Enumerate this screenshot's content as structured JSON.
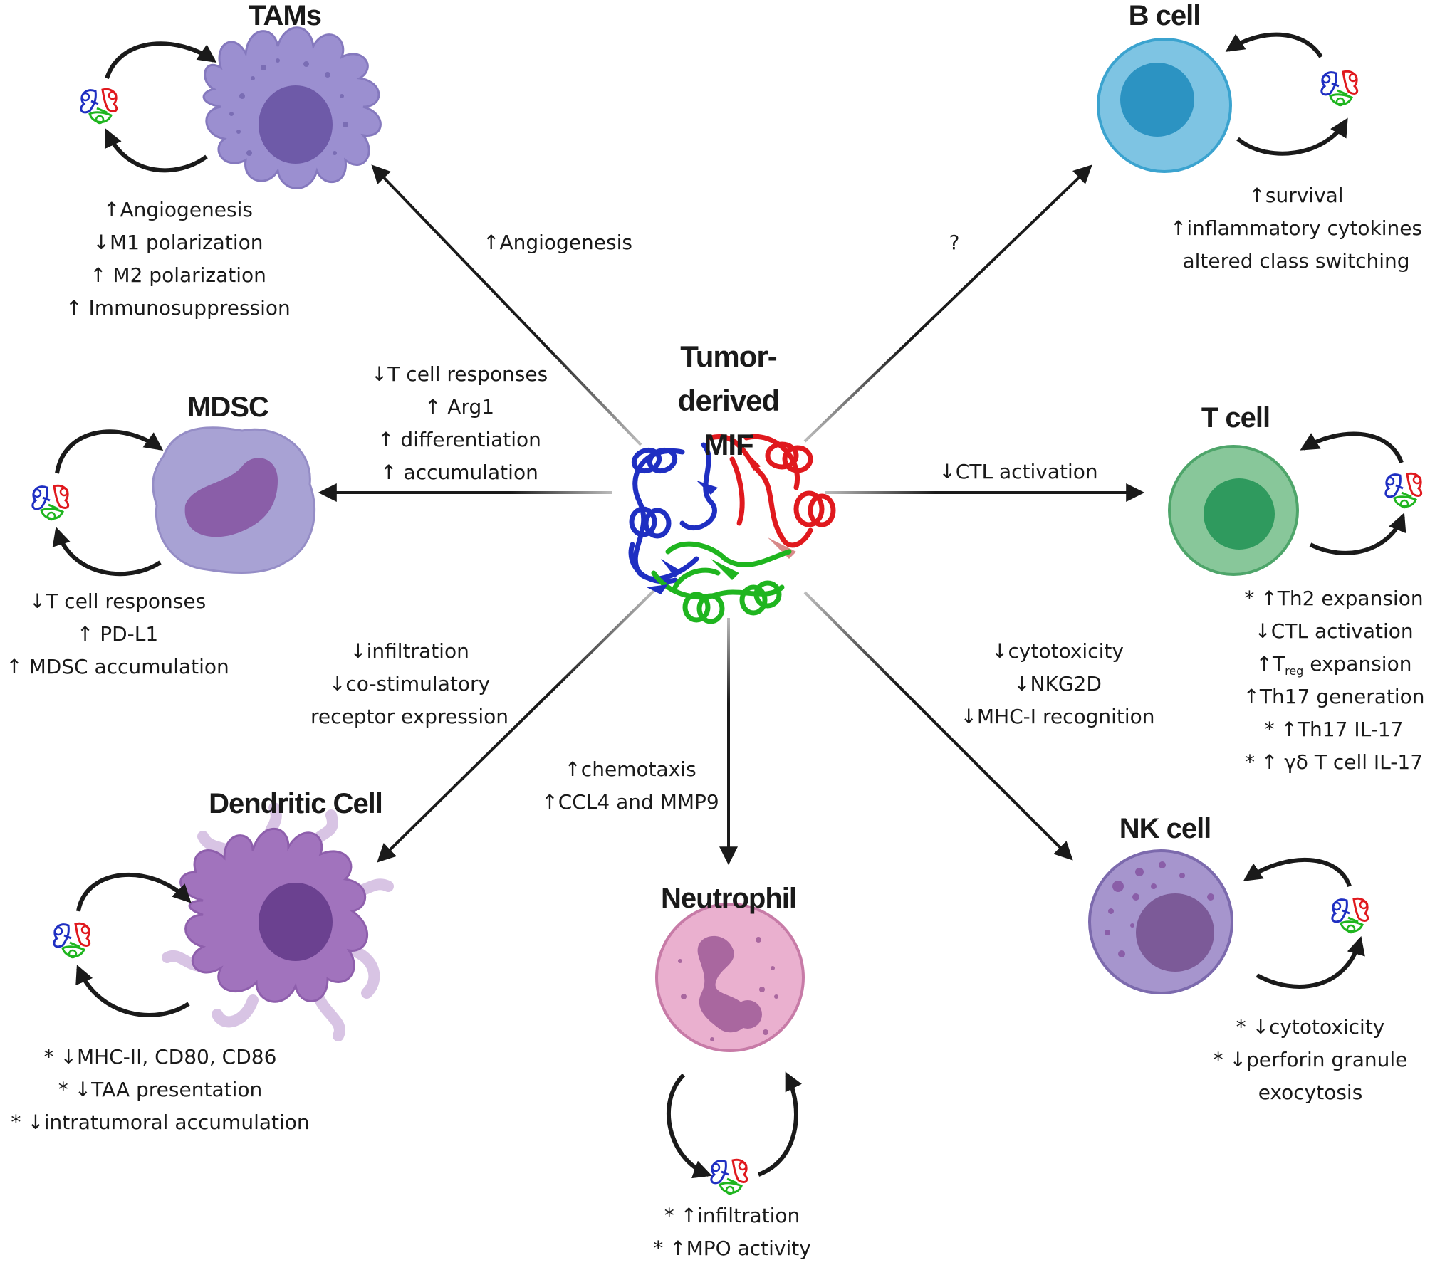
{
  "center": {
    "title_lines": [
      "Tumor-derived",
      "MIF"
    ]
  },
  "cells": {
    "tams": {
      "name": "TAMs",
      "effects": [
        "↑Angiogenesis",
        "↓M1 polarization",
        "↑ M2 polarization",
        "↑ Immunosuppression"
      ]
    },
    "b_cell": {
      "name": "B cell",
      "effects": [
        "↑survival",
        "↑inflammatory cytokines",
        "altered class switching"
      ]
    },
    "mdsc": {
      "name": "MDSC",
      "effects": [
        "↓T cell responses",
        "↑ PD-L1",
        "↑ MDSC accumulation"
      ]
    },
    "t_cell": {
      "name": "T cell",
      "effects": [
        "* ↑Th2 expansion",
        "↓CTL activation",
        "reg",
        "↑Th17 generation",
        "* ↑Th17 IL-17",
        "* ↑ γδ T cell IL-17"
      ],
      "treg_prefix": "↑T",
      "treg_suffix": " expansion"
    },
    "dendritic": {
      "name": "Dendritic Cell",
      "effects": [
        "* ↓MHC-II, CD80, CD86",
        "* ↓TAA presentation",
        "* ↓intratumoral accumulation"
      ]
    },
    "neutrophil": {
      "name": "Neutrophil",
      "effects": [
        "* ↑infiltration",
        "* ↑MPO activity"
      ]
    },
    "nk_cell": {
      "name": "NK cell",
      "effects": [
        "* ↓cytotoxicity",
        "* ↓perforin granule",
        "exocytosis"
      ]
    }
  },
  "arrows": {
    "to_tams": [
      "↑Angiogenesis"
    ],
    "to_b_cell": [
      "?"
    ],
    "to_mdsc": [
      "↓T cell responses",
      "↑ Arg1",
      "↑ differentiation",
      "↑ accumulation"
    ],
    "to_t_cell": [
      "↓CTL activation"
    ],
    "to_dendritic": [
      "↓infiltration",
      "↓co-stimulatory",
      "receptor expression"
    ],
    "to_neutrophil": [
      "↑chemotaxis",
      "↑CCL4 and MMP9"
    ],
    "to_nk_cell": [
      "↓cytotoxicity",
      "↓NKG2D",
      "↓MHC-I recognition"
    ]
  },
  "colors": {
    "tam_body": "#9b8fd0",
    "tam_nucleus": "#6e5aa8",
    "b_body": "#7ec4e3",
    "b_nucleus": "#2c93c2",
    "mdsc_body": "#a8a2d4",
    "mdsc_nucleus": "#8a5ea8",
    "t_body": "#88c79a",
    "t_nucleus": "#2f9a5e",
    "dc_body": "#a173bd",
    "dc_nucleus": "#6b4190",
    "dc_dendrite": "#d8c4e4",
    "neut_body": "#eab0cf",
    "neut_nucleus": "#a9679f",
    "nk_body": "#a695cd",
    "nk_nucleus": "#7c5a98",
    "protein_blue": "#1f2fc2",
    "protein_red": "#e0191e",
    "protein_green": "#1fb51f",
    "arrow": "#1a1a1a"
  }
}
